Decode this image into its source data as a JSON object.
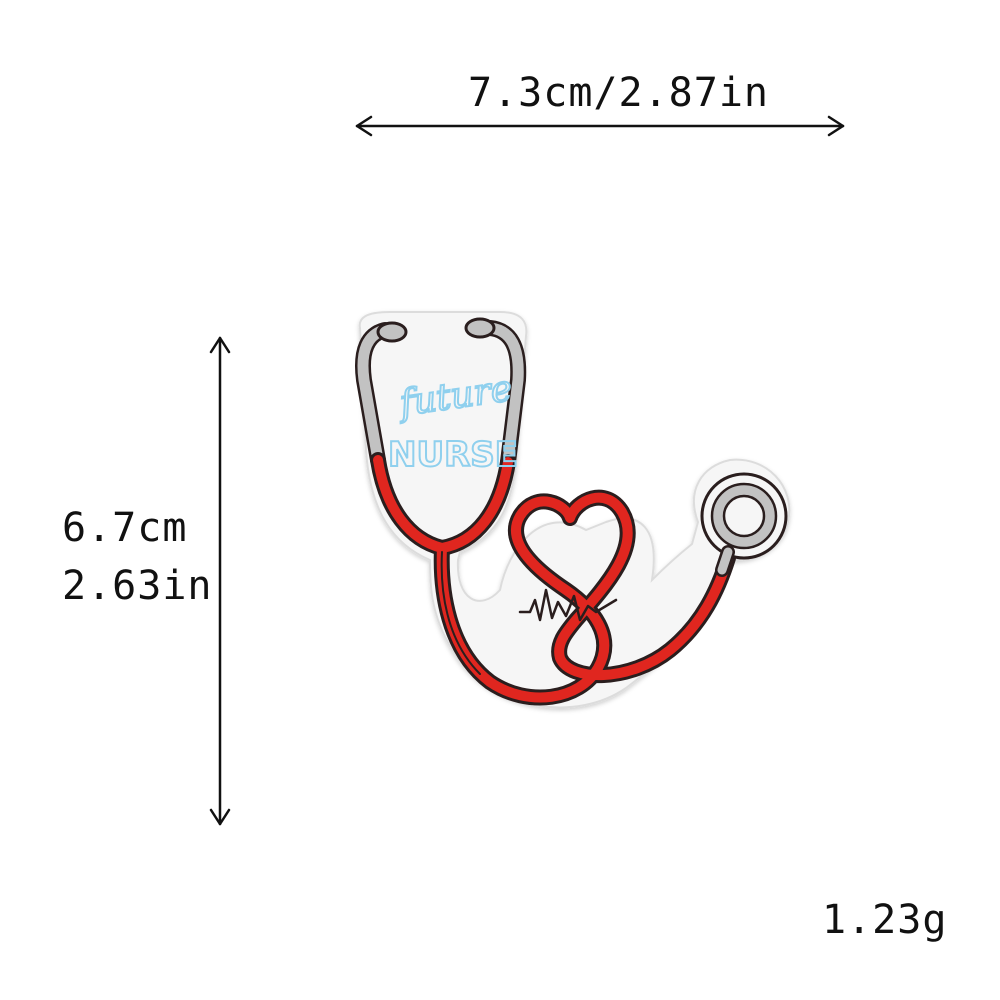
{
  "dimensions": {
    "width_text": "7.3cm/2.87in",
    "height_cm_text": "6.7cm",
    "height_in_text": "2.63in",
    "weight_text": "1.23g"
  },
  "patch": {
    "embroidered_text_line1": "future",
    "embroidered_text_line2": "NURSE",
    "colors": {
      "tube_red": "#e0261f",
      "outline_dark": "#2a1e1e",
      "chrome_gray": "#bdbdbd",
      "text_blue": "#8fd0ee",
      "patch_white": "#f6f6f6"
    }
  }
}
